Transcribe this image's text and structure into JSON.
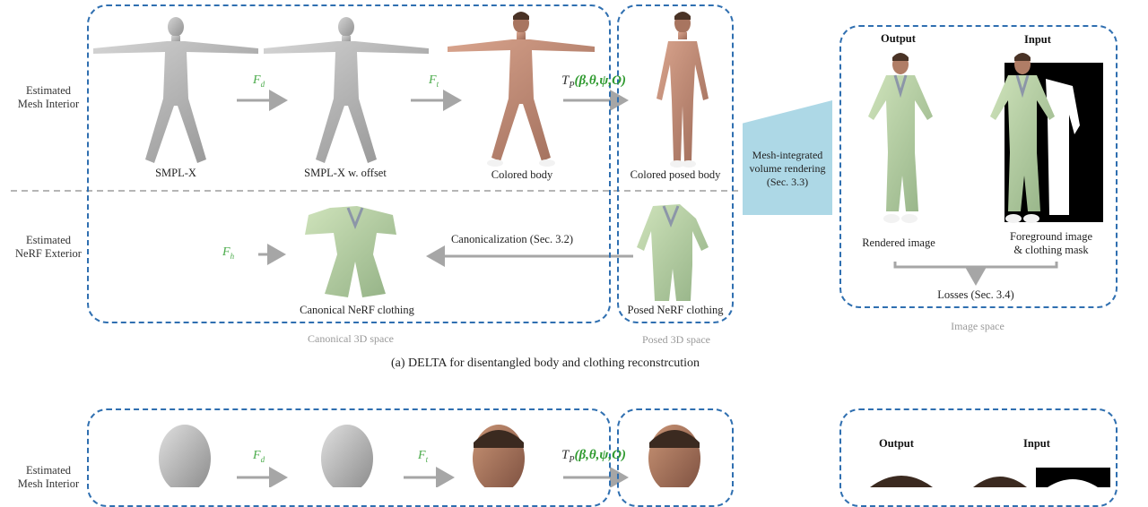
{
  "panel_a": {
    "row_interior": "Estimated\nMesh Interior",
    "row_exterior": "Estimated\nNeRF Exterior",
    "fd": "F",
    "fd_sub": "d",
    "ft": "F",
    "ft_sub": "t",
    "fh": "F",
    "fh_sub": "h",
    "tp_prefix": "T",
    "tp_sub": "P",
    "tp_args": "(β,θ,ψ,O)",
    "items": {
      "smplx": "SMPL-X",
      "smplx_offset": "SMPL-X w. offset",
      "colored_body": "Colored body",
      "colored_posed_body": "Colored posed body",
      "canonical_nerf": "Canonical NeRF clothing",
      "posed_nerf": "Posed NeRF clothing"
    },
    "canonicalization": "Canonicalization (Sec. 3.2)",
    "volume_rendering": "Mesh-integrated\nvolume rendering\n(Sec. 3.3)",
    "output_head": "Output",
    "input_head": "Input",
    "rendered_image": "Rendered image",
    "foreground": "Foreground image\n& clothing mask",
    "losses": "Losses (Sec. 3.4)",
    "canonical_space": "Canonical 3D space",
    "posed_space": "Posed 3D space",
    "image_space": "Image space",
    "caption": "(a) DELTA for disentangled body and clothing reconstrcution"
  },
  "panel_b": {
    "row_interior": "Estimated\nMesh Interior",
    "output_head": "Output",
    "input_head": "Input"
  },
  "colors": {
    "box_dash": "#2f6fb0",
    "arrow": "#a6a6a6",
    "green_fn": "#4bab4b",
    "vr_fill": "#add8e6"
  }
}
